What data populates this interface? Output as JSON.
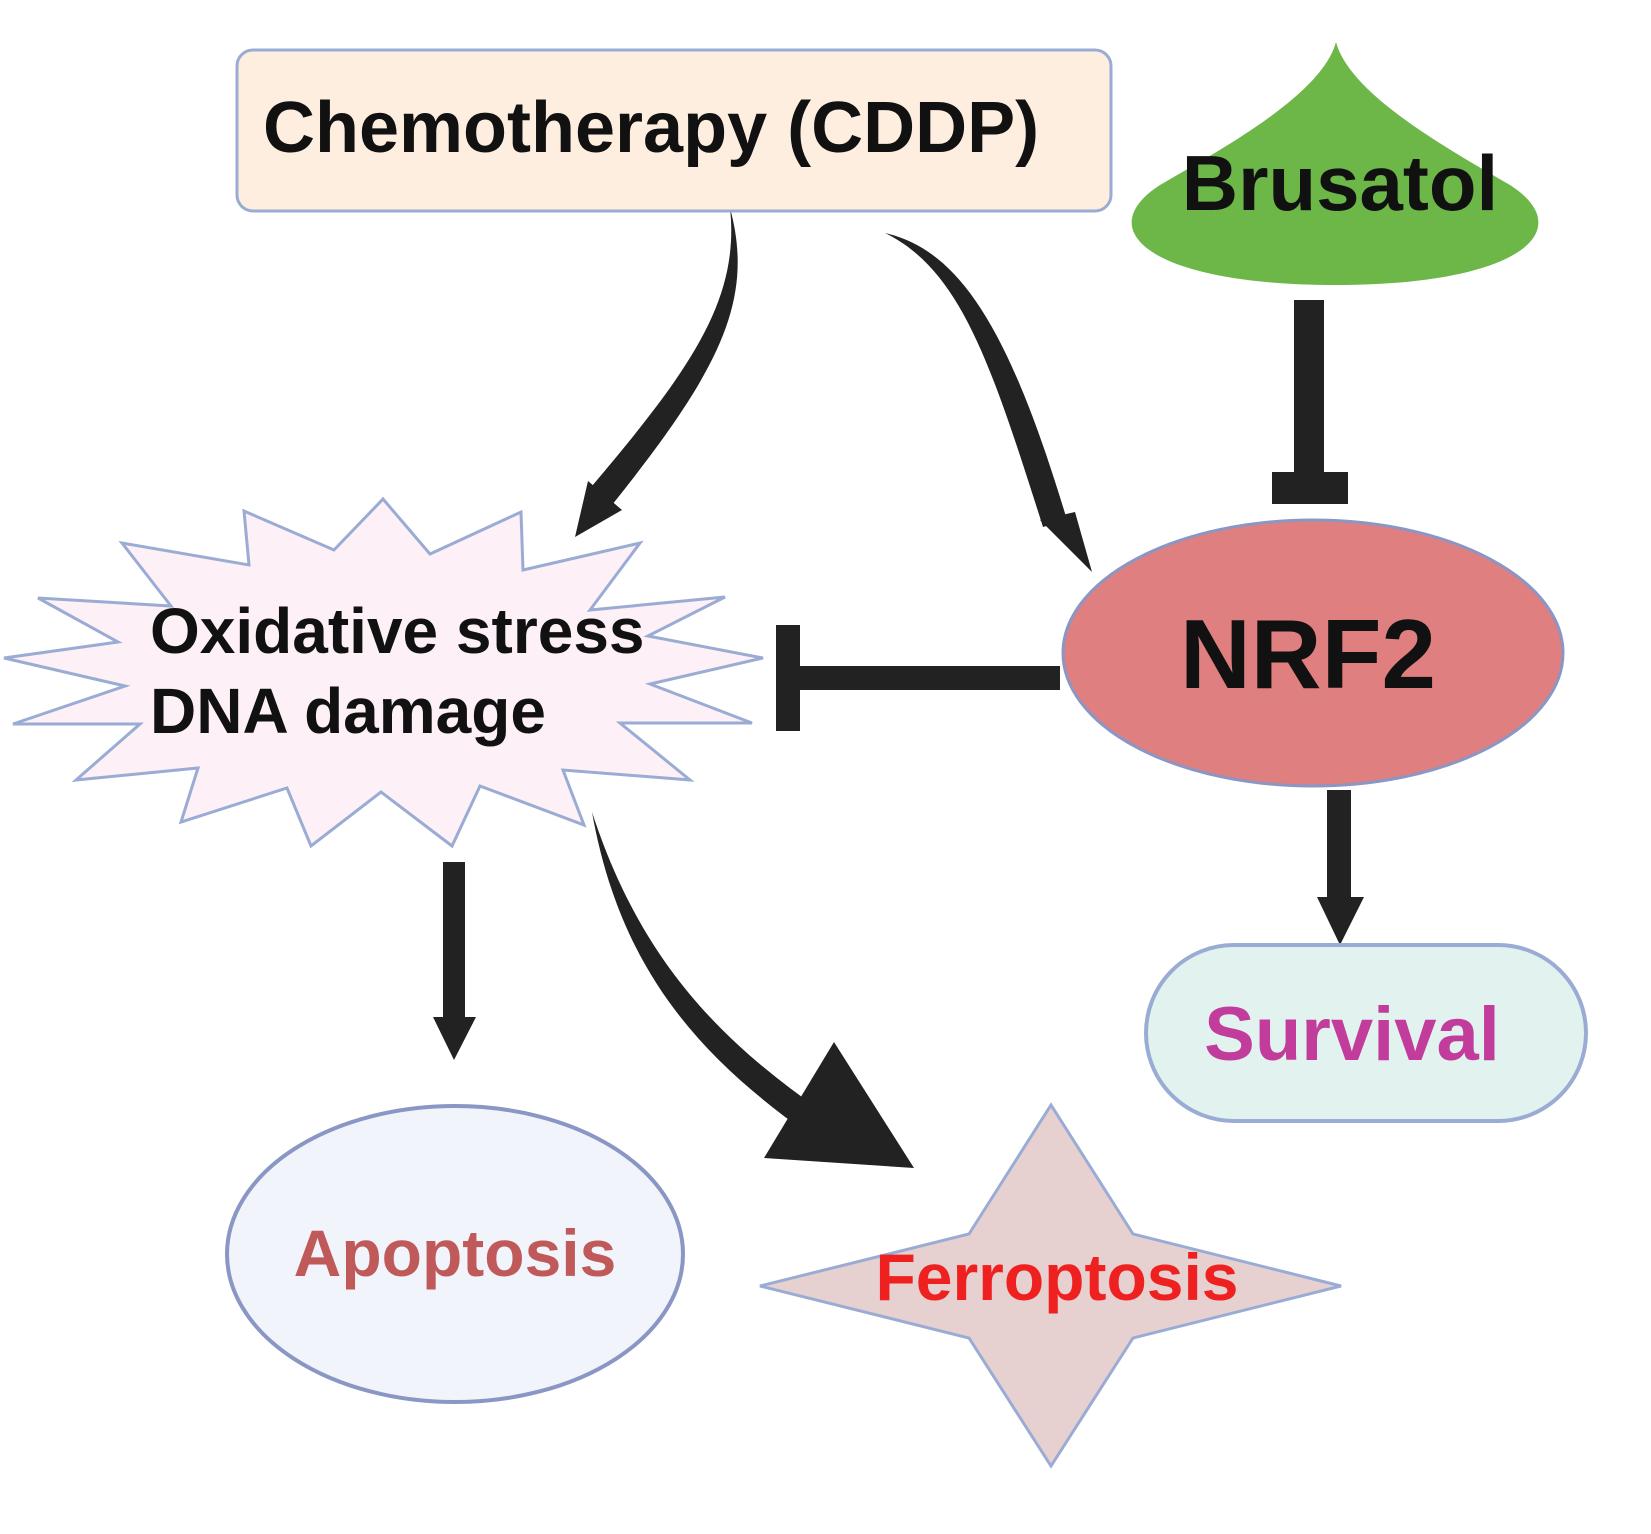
{
  "nodes": {
    "chemotherapy": {
      "label": "Chemotherapy (CDDP)",
      "fill": "#fdeee0",
      "stroke": "#9aacd4",
      "text_color": "#111111"
    },
    "brusatol": {
      "label": "Brusatol",
      "fill": "#6db749",
      "text_color": "#111111"
    },
    "stress": {
      "line1": "Oxidative stress",
      "line2": "DNA damage",
      "fill": "#fdf0f6",
      "stroke": "#9aacd4",
      "text_color": "#111111"
    },
    "nrf2": {
      "label": "NRF2",
      "fill": "#e07f7f",
      "stroke": "#8a96c4",
      "text_color": "#111111"
    },
    "survival": {
      "label": "Survival",
      "fill": "#e2f3ef",
      "stroke": "#9aacd4",
      "text_color": "#c23c9c"
    },
    "apoptosis": {
      "label": "Apoptosis",
      "fill": "#f1f4fa",
      "stroke": "#8a96c4",
      "text_color": "#c05a5a"
    },
    "ferroptosis": {
      "label": "Ferroptosis",
      "fill": "#e7d0d0",
      "stroke": "#9aacd4",
      "text_color": "#ee2020"
    }
  },
  "edges": [
    {
      "from": "chemotherapy",
      "to": "stress",
      "type": "activation"
    },
    {
      "from": "chemotherapy",
      "to": "nrf2",
      "type": "activation"
    },
    {
      "from": "brusatol",
      "to": "nrf2",
      "type": "inhibition"
    },
    {
      "from": "nrf2",
      "to": "stress",
      "type": "inhibition"
    },
    {
      "from": "nrf2",
      "to": "survival",
      "type": "activation"
    },
    {
      "from": "stress",
      "to": "apoptosis",
      "type": "activation"
    },
    {
      "from": "stress",
      "to": "ferroptosis",
      "type": "activation"
    }
  ],
  "arrow_color": "#222222"
}
